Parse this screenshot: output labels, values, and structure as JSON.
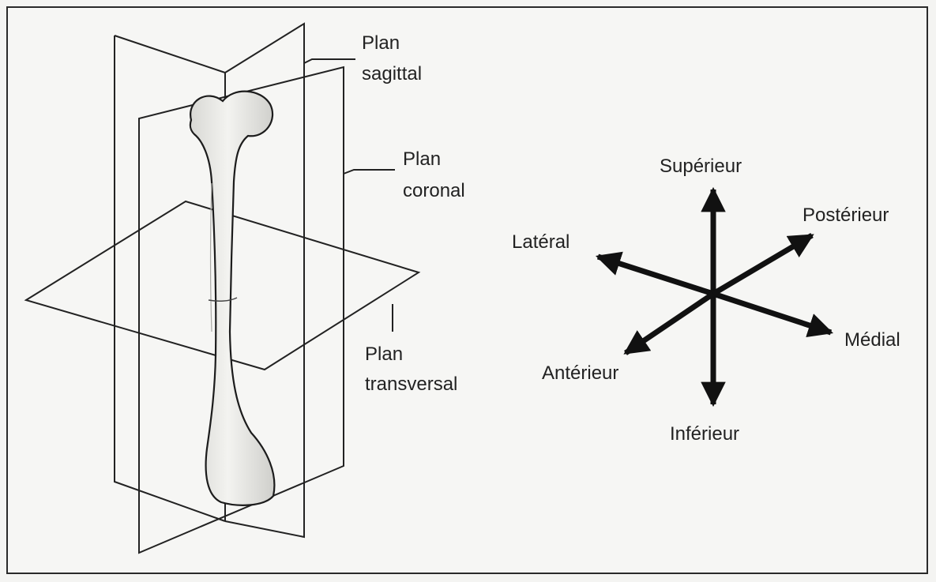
{
  "planes": {
    "sagittal": [
      "Plan",
      "sagittal"
    ],
    "coronal": [
      "Plan",
      "coronal"
    ],
    "transverse": [
      "Plan",
      "transversal"
    ]
  },
  "directions": {
    "superior": "Supérieur",
    "inferior": "Inférieur",
    "lateral": "Latéral",
    "medial": "Médial",
    "posterior": "Postérieur",
    "anterior": "Antérieur"
  }
}
